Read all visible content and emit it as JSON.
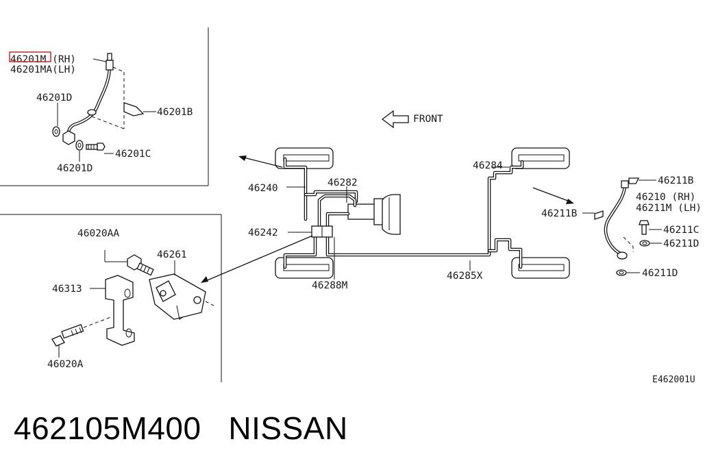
{
  "labels": {
    "p46201m_rh": "46201M (RH)",
    "p46201ma_lh": "46201MA(LH)",
    "p46201d_a": "46201D",
    "p46201b": "46201B",
    "p46201c": "46201C",
    "p46201d_b": "46201D",
    "front": "FRONT",
    "p46240": "46240",
    "p46282": "46282",
    "p46242": "46242",
    "p46288m": "46288M",
    "p46284": "46284",
    "p46285x": "46285X",
    "p46211b_top": "46211B",
    "p46211b_left": "46211B",
    "p46210_rh": "46210 (RH)",
    "p46211m_lh": "46211M (LH)",
    "p46211c": "46211C",
    "p46211d_a": "46211D",
    "p46211d_b": "46211D",
    "p46020aa": "46020AA",
    "p46261": "46261",
    "p46313": "46313",
    "p46020a": "46020A",
    "diagram_code": "E462001U"
  },
  "caption": {
    "part_number": "462105M400",
    "brand": "NISSAN"
  },
  "highlight": {
    "color": "#e02020",
    "target": "46201M"
  }
}
